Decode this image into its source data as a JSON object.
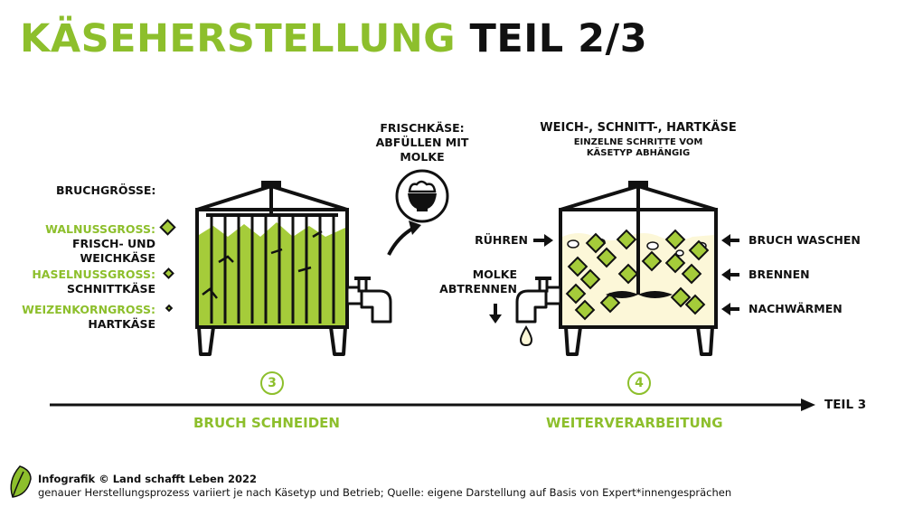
{
  "title": {
    "part1": "KÄSEHERSTELLUNG",
    "part2": "TEIL 2/3"
  },
  "step3": {
    "bruch_heading": "BRUCHGRÖSSE:",
    "sizes": [
      {
        "name": "WALNUSSGROSS:",
        "cheese_line1": "FRISCH- UND",
        "cheese_line2": "WEICHKÄSE"
      },
      {
        "name": "HASELNUSSGROSS:",
        "cheese_line1": "SCHNITTKÄSE"
      },
      {
        "name": "WEIZENKORNGROSS:",
        "cheese_line1": "HARTKÄSE"
      }
    ],
    "frischkaese": [
      "FRISCHKÄSE:",
      "ABFÜLLEN MIT",
      "MOLKE"
    ],
    "number": "3",
    "phase": "BRUCH SCHNEIDEN"
  },
  "step4": {
    "heading": "WEICH-, SCHNITT-, HARTKÄSE",
    "subheading": [
      "EINZELNE SCHRITTE VOM",
      "KÄSETYP ABHÄNGIG"
    ],
    "left_labels": {
      "ruehren": "RÜHREN",
      "molke": [
        "MOLKE",
        "ABTRENNEN"
      ]
    },
    "right_labels": [
      "BRUCH WASCHEN",
      "BRENNEN",
      "NACHWÄRMEN"
    ],
    "number": "4",
    "phase": "WEITERVERARBEITUNG"
  },
  "timeline": {
    "next": "TEIL 3"
  },
  "footer": {
    "credit": "Infografik © Land schafft Leben 2022",
    "note": "genauer Herstellungsprozess variiert je nach Käsetyp und Betrieb; Quelle: eigene Darstellung auf Basis von Expert*innengesprächen"
  },
  "colors": {
    "green": "#8dbf2c",
    "light_green": "#a5cc3a",
    "cream": "#fcf7d8",
    "black": "#111111"
  },
  "icons": [
    "vat-icon",
    "tap-icon",
    "bowl-icon",
    "arrow-icon",
    "leaf-logo-icon"
  ]
}
